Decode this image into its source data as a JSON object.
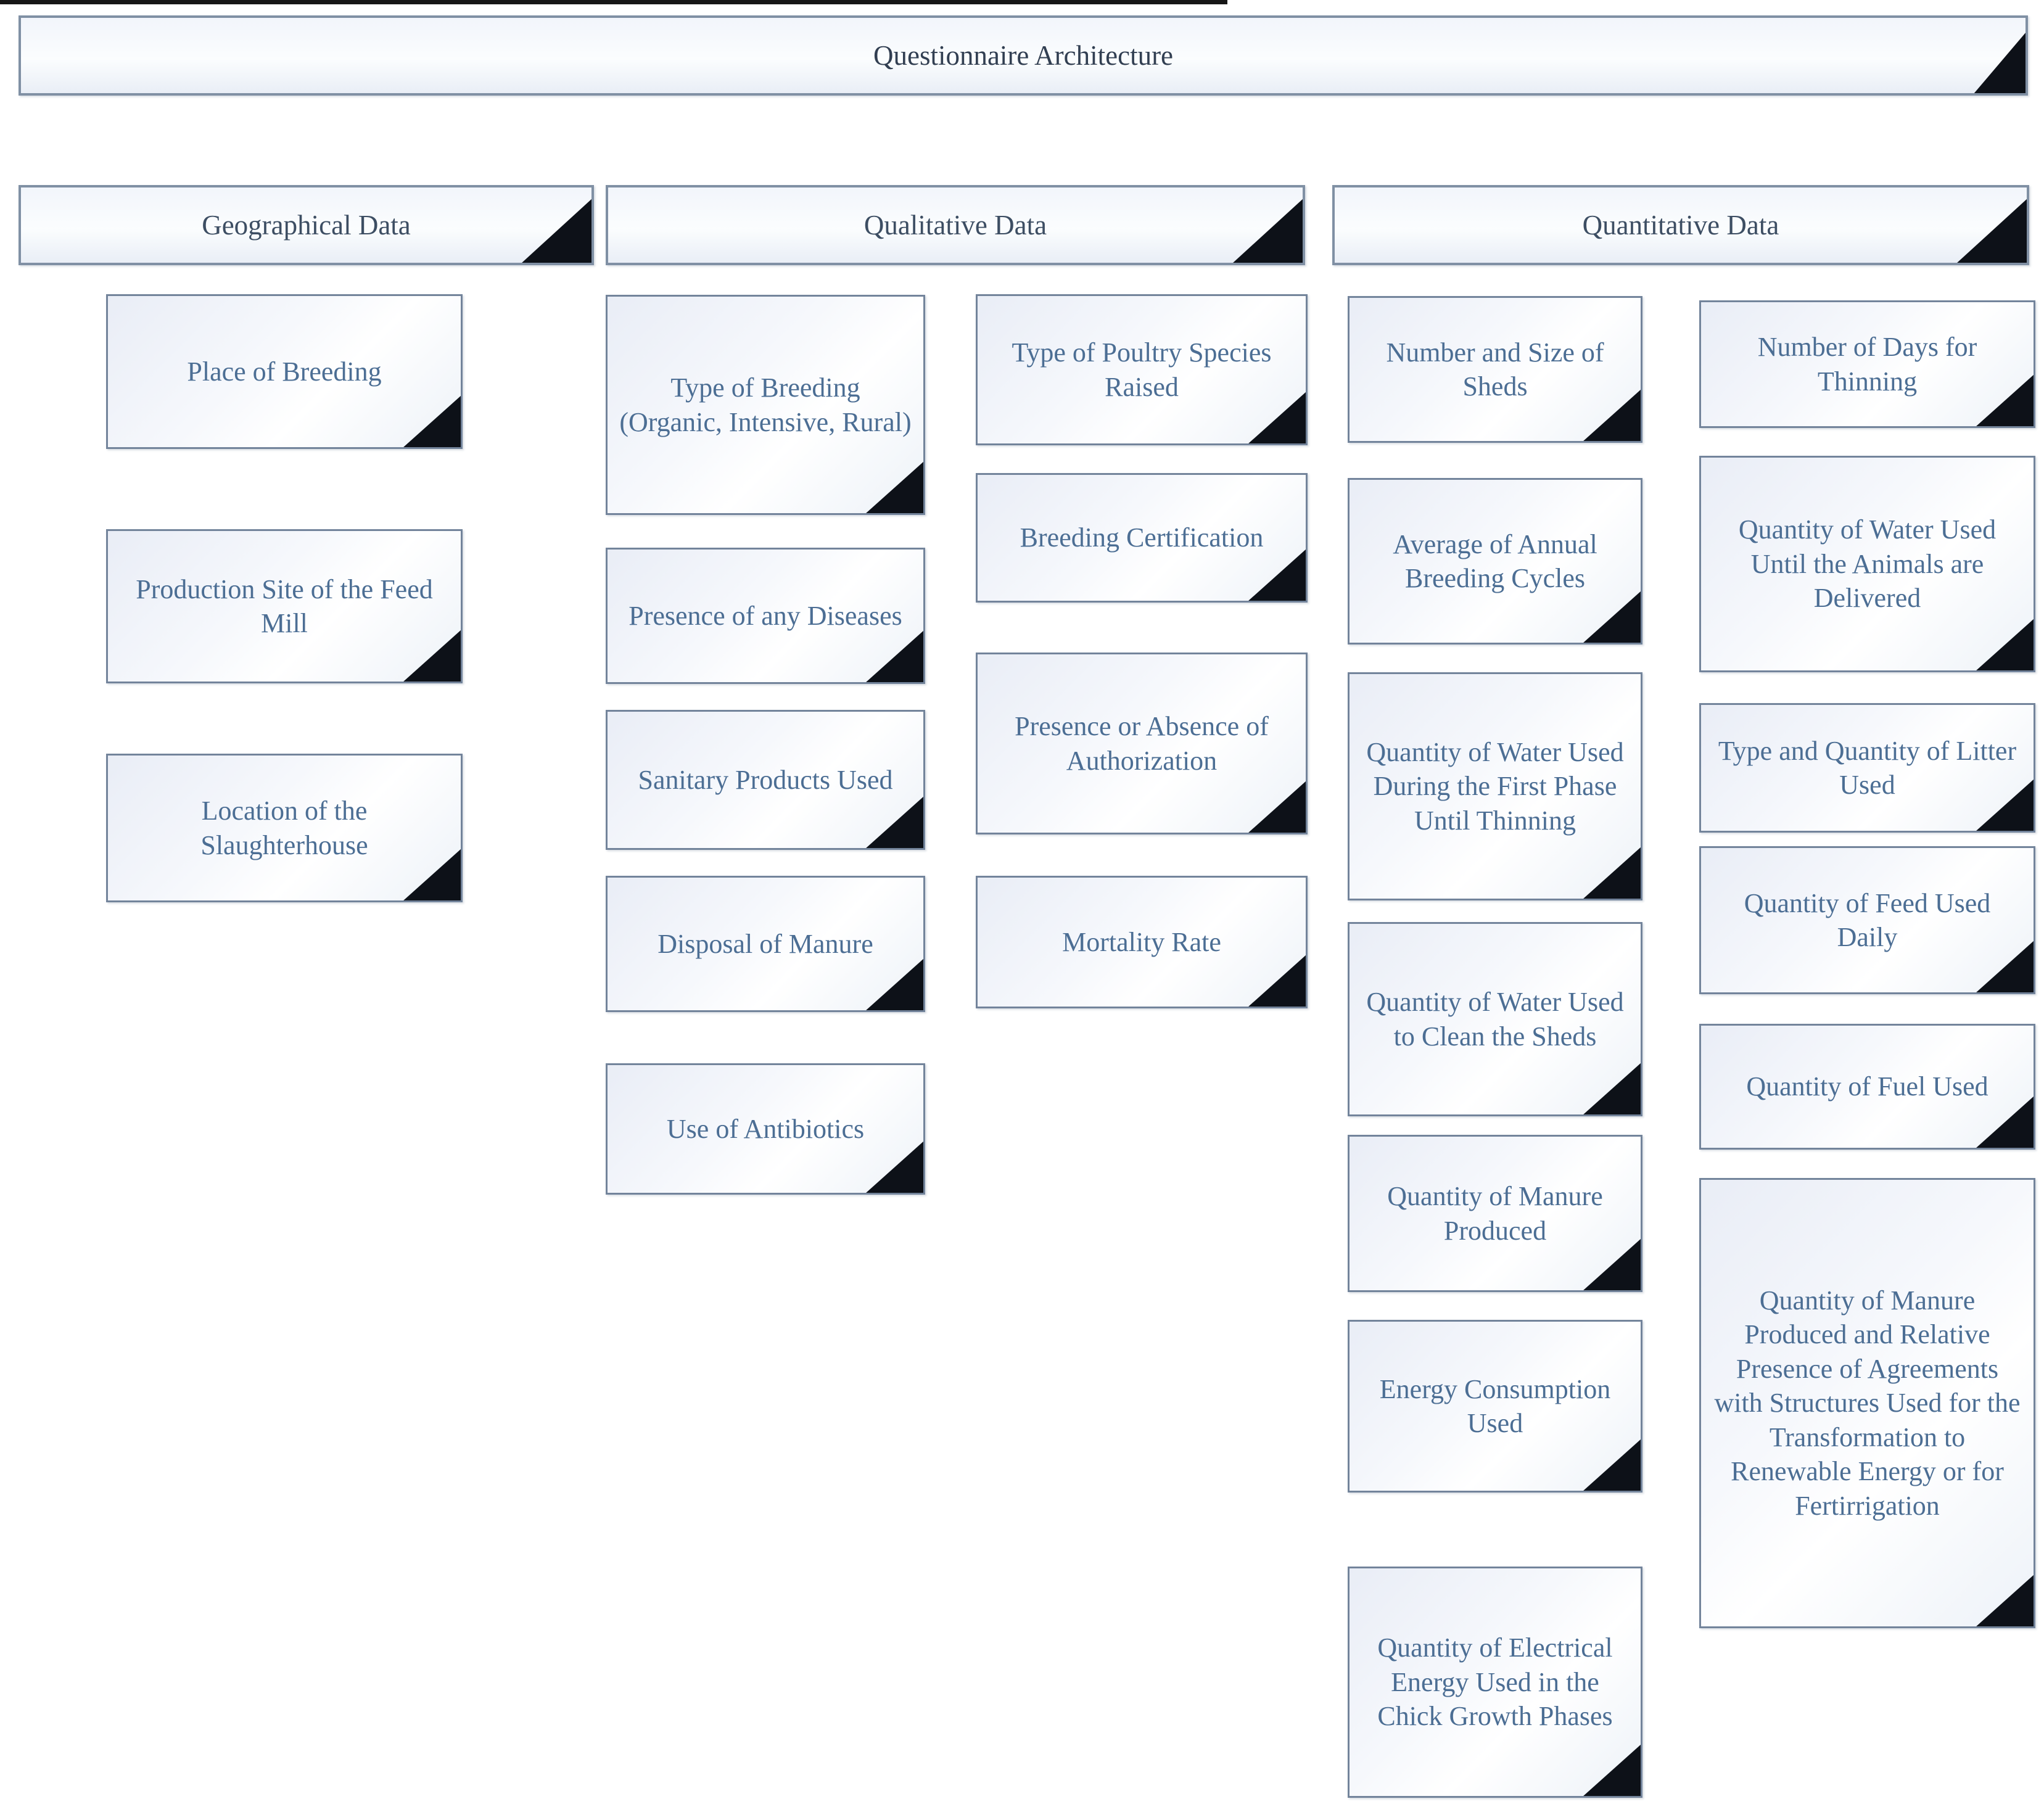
{
  "title": "Questionnaire Architecture",
  "colors": {
    "item_border": "#73849b",
    "header_border": "#8090a4",
    "fold": "#0d1118",
    "item_text": "#4c6e94",
    "header_text": "#3d4e63",
    "box_background_tint": "#e9edf6"
  },
  "sections": [
    {
      "label": "Geographical Data",
      "columns": [
        {
          "items": [
            "Place of Breeding",
            "Production Site of the Feed Mill",
            "Location of the Slaughterhouse"
          ]
        }
      ]
    },
    {
      "label": "Qualitative Data",
      "columns": [
        {
          "items": [
            "Type of Breeding (Organic, Intensive, Rural)",
            "Presence of any Diseases",
            "Sanitary Products Used",
            "Disposal of Manure",
            "Use of Antibiotics"
          ]
        },
        {
          "items": [
            "Type of Poultry Species Raised",
            "Breeding Certification",
            "Presence or Absence of Authorization",
            "Mortality Rate"
          ]
        }
      ]
    },
    {
      "label": "Quantitative Data",
      "columns": [
        {
          "items": [
            "Number and Size of Sheds",
            "Average of Annual Breeding Cycles",
            "Quantity of Water Used During the First Phase Until Thinning",
            "Quantity of Water Used to Clean the Sheds",
            "Quantity of Manure Produced",
            "Energy Consumption Used",
            "Quantity of Electrical Energy Used in the Chick Growth Phases"
          ]
        },
        {
          "items": [
            "Number of Days for Thinning",
            "Quantity of Water Used Until the Animals are Delivered",
            "Type and Quantity of Litter Used",
            "Quantity of Feed Used Daily",
            "Quantity of Fuel Used",
            "Quantity of Manure Produced and Relative Presence of Agreements with Structures Used for the Transformation to Renewable Energy or for Fertirrigation"
          ]
        }
      ]
    }
  ]
}
